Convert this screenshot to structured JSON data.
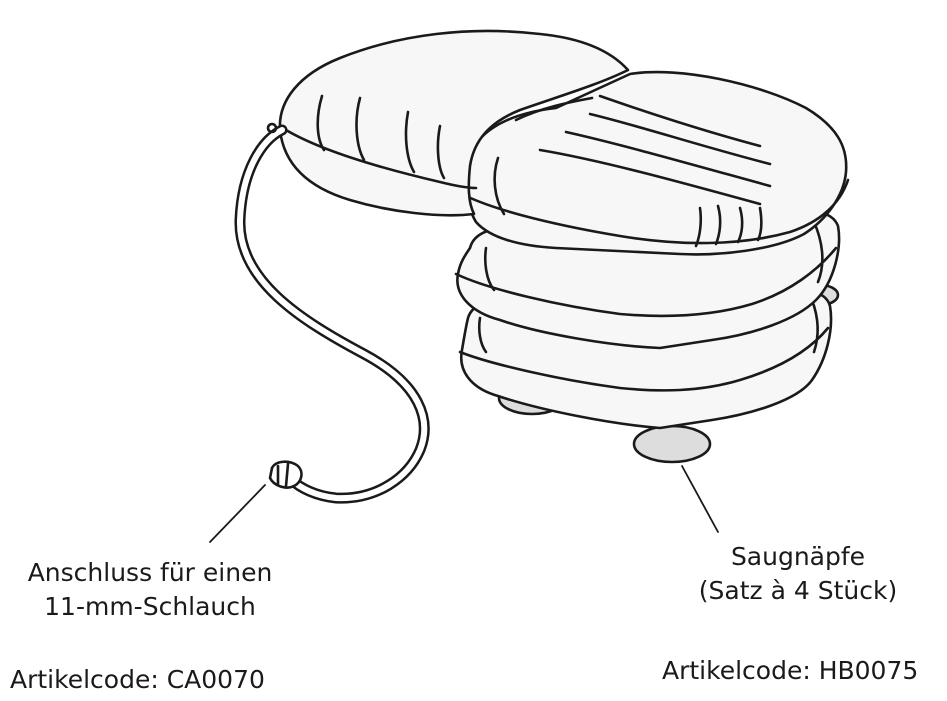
{
  "labels": {
    "connector": {
      "line1": "Anschluss für einen",
      "line2": "11-mm-Schlauch",
      "article_code": "Artikelcode: CA0070"
    },
    "suction_cups": {
      "line1": "Saugnäpfe",
      "line2": "(Satz à 4 Stück)",
      "article_code": "Artikelcode: HB0075"
    }
  },
  "colors": {
    "stroke": "#1a1a1a",
    "cushion_fill": "#f7f7f7",
    "suction_cup_fill": "#dddddd"
  }
}
